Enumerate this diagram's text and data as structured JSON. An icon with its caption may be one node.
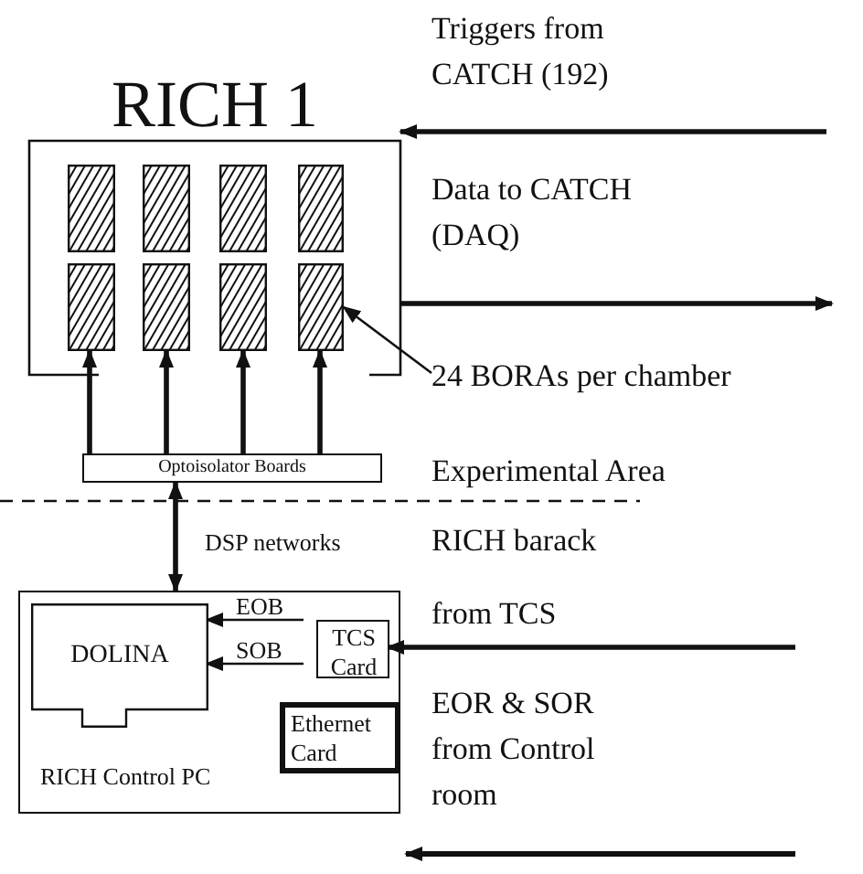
{
  "diagram": {
    "nodes": [
      {
        "text": [
          "RICH 1"
        ]
      },
      {
        "text": [],
        "shape": "box",
        "in": 0
      },
      {
        "text": [],
        "shape": "box",
        "in": 0
      },
      {
        "text": [],
        "shape": "box",
        "in": 0
      },
      {
        "text": [],
        "shape": "box",
        "in": 0
      },
      {
        "text": [],
        "shape": "box",
        "in": 0
      },
      {
        "text": [],
        "shape": "box",
        "in": 0
      },
      {
        "text": [],
        "shape": "box",
        "in": 0
      },
      {
        "text": [],
        "shape": "box",
        "in": 0
      },
      {
        "text": [
          "Optoisolator Boards"
        ]
      },
      {
        "text": [
          "RICH Control PC"
        ]
      },
      {
        "text": [
          "DOLINA"
        ],
        "in": 10
      },
      {
        "text": [
          "TCS Card"
        ],
        "in": 10
      },
      {
        "text": [
          "Ethernet Card"
        ],
        "in": 10
      },
      {
        "text": [
          "24 BORAs per chamber"
        ]
      }
    ],
    "edges": [
      {
        "from": 9,
        "to": 5,
        "arrow": "to"
      },
      {
        "from": 9,
        "to": 6,
        "arrow": "to"
      },
      {
        "from": 9,
        "to": 7,
        "arrow": "to"
      },
      {
        "from": 9,
        "to": 8,
        "arrow": "to"
      },
      {
        "from": 14,
        "to": 8,
        "arrow": "to"
      },
      {
        "from": 9,
        "to": 10,
        "arrow": "both",
        "label": "DSP networks"
      },
      {
        "from": 12,
        "to": 11,
        "arrow": "to",
        "label": "EOB"
      },
      {
        "from": 12,
        "to": 11,
        "arrow": "to",
        "label": "SOB"
      },
      {
        "from": null,
        "to": 0,
        "arrow": "to",
        "label": "Triggers from CATCH (192)"
      },
      {
        "from": 0,
        "to": null,
        "arrow": "to",
        "label": "Data to CATCH (DAQ)"
      },
      {
        "from": null,
        "to": 12,
        "arrow": "to",
        "label": "from TCS"
      }
    ],
    "labels": [
      "Experimental Area",
      "RICH barack",
      "EOR & SOR from Control room"
    ]
  }
}
